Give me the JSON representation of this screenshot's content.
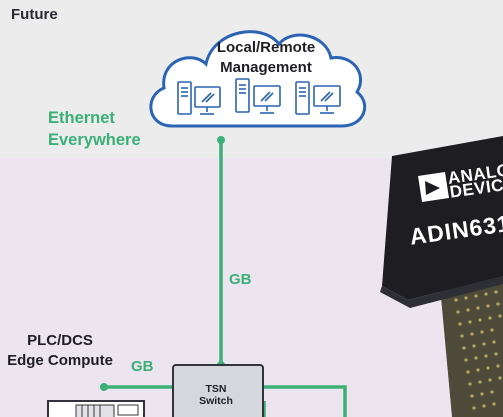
{
  "section_label": "Future",
  "cloud": {
    "line1": "Local/Remote",
    "line2": "Management"
  },
  "ethernet": {
    "line1": "Ethernet",
    "line2": "Everywhere"
  },
  "link_gb_main": "GB",
  "plc": {
    "line1": "PLC/DCS",
    "line2": "Edge Compute"
  },
  "link_gb_small": "GB",
  "tsn": {
    "line1": "TSN",
    "line2": "Switch"
  },
  "chip": {
    "brand_line1": "ANALOG",
    "brand_line2": "DEVICES",
    "part": "ADIN631"
  },
  "colors": {
    "link_green": "#3bb076",
    "cloud_blue": "#2b64b4",
    "chip_body": "#1d1d22",
    "pin_gold": "#b8a75d"
  },
  "icons": [
    "cloud-icon",
    "server-tower-icon",
    "monitor-icon",
    "plc-device-icon",
    "tsn-switch-icon",
    "chip-icon",
    "analog-devices-logo-icon"
  ]
}
